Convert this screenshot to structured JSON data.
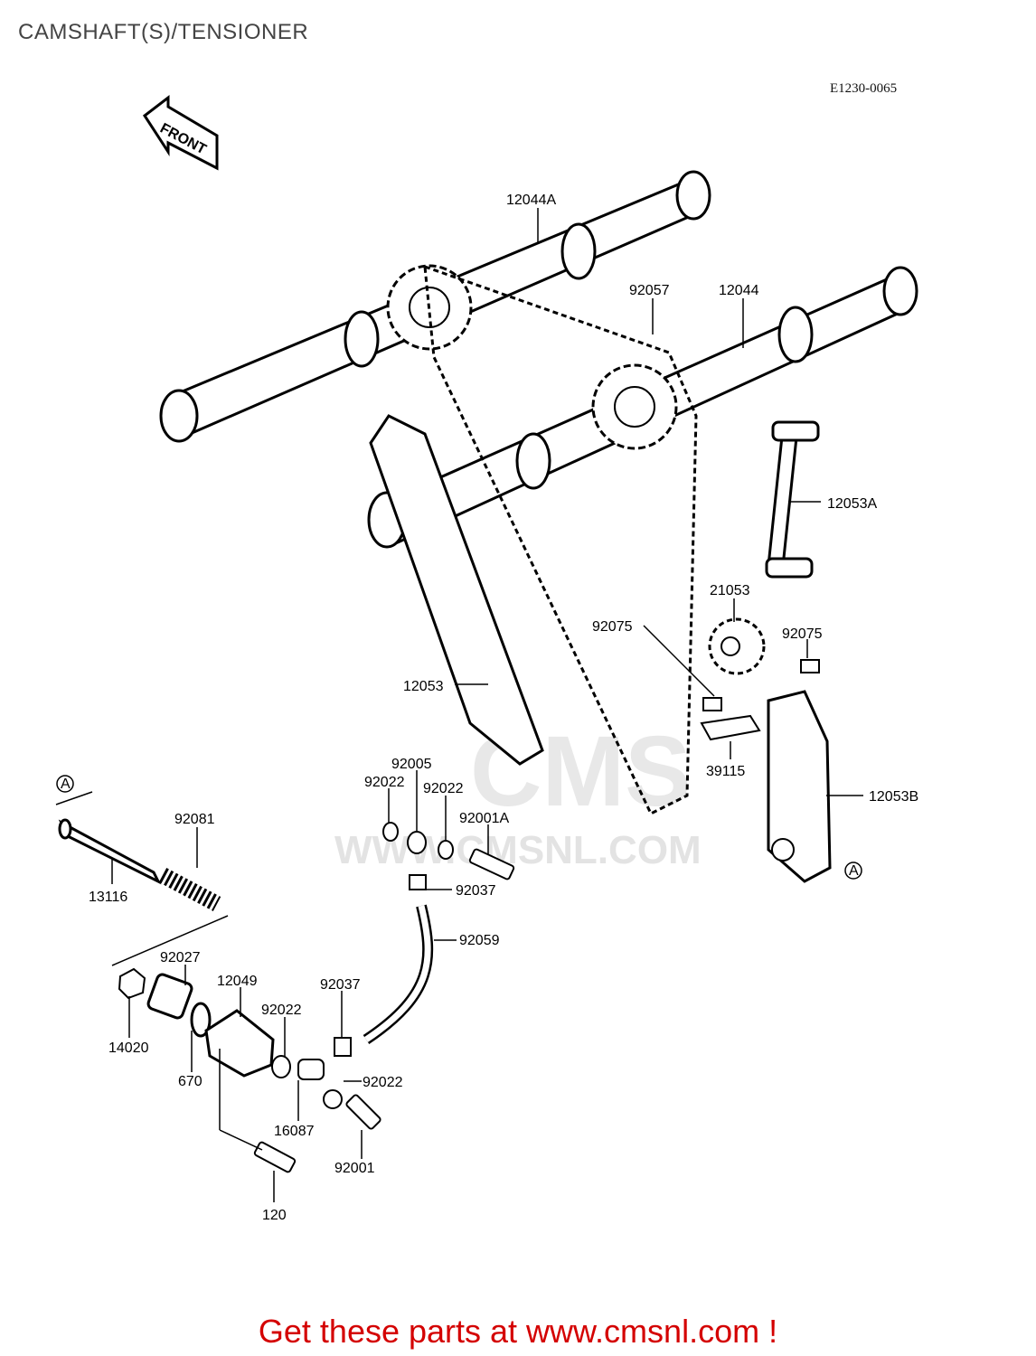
{
  "title": "CAMSHAFT(S)/TENSIONER",
  "diagram_code": "E1230-0065",
  "front_arrow_label": "FRONT",
  "ref_marker": "A",
  "watermark": {
    "logo": "CMS",
    "url": "WWW.CMSNL.COM"
  },
  "parts": [
    {
      "id": "p12044A",
      "label": "12044A"
    },
    {
      "id": "p92057",
      "label": "92057"
    },
    {
      "id": "p12044",
      "label": "12044"
    },
    {
      "id": "p12053A",
      "label": "12053A"
    },
    {
      "id": "p21053",
      "label": "21053"
    },
    {
      "id": "p92075a",
      "label": "92075"
    },
    {
      "id": "p92075b",
      "label": "92075"
    },
    {
      "id": "p12053",
      "label": "12053"
    },
    {
      "id": "p39115",
      "label": "39115"
    },
    {
      "id": "p12053B",
      "label": "12053B"
    },
    {
      "id": "p92005",
      "label": "92005"
    },
    {
      "id": "p92022a",
      "label": "92022"
    },
    {
      "id": "p92022b",
      "label": "92022"
    },
    {
      "id": "p92001A",
      "label": "92001A"
    },
    {
      "id": "p92037a",
      "label": "92037"
    },
    {
      "id": "p92081",
      "label": "92081"
    },
    {
      "id": "p13116",
      "label": "13116"
    },
    {
      "id": "p92059",
      "label": "92059"
    },
    {
      "id": "p92027",
      "label": "92027"
    },
    {
      "id": "p12049",
      "label": "12049"
    },
    {
      "id": "p92037b",
      "label": "92037"
    },
    {
      "id": "p92022c",
      "label": "92022"
    },
    {
      "id": "p14020",
      "label": "14020"
    },
    {
      "id": "p670",
      "label": "670"
    },
    {
      "id": "p92022d",
      "label": "92022"
    },
    {
      "id": "p16087",
      "label": "16087"
    },
    {
      "id": "p92001",
      "label": "92001"
    },
    {
      "id": "p120",
      "label": "120"
    }
  ],
  "footer": "Get these parts at www.cmsnl.com !"
}
